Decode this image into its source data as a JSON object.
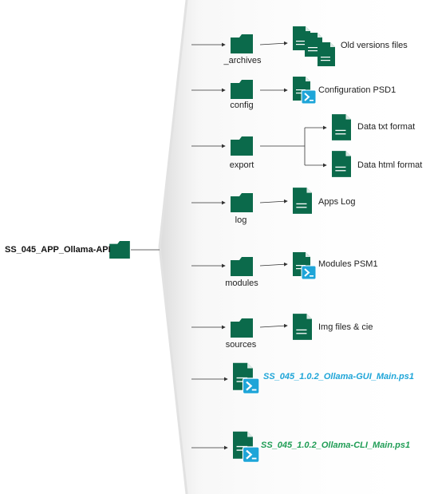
{
  "root": {
    "label": "SS_045_APP_Ollama-API"
  },
  "folders": [
    {
      "key": "archives",
      "label": "_archives",
      "target": "Old versions files"
    },
    {
      "key": "config",
      "label": "config",
      "target": "Configuration PSD1"
    },
    {
      "key": "export",
      "label": "export",
      "targets": [
        "Data txt format",
        "Data html format"
      ]
    },
    {
      "key": "log",
      "label": "log",
      "target": "Apps Log"
    },
    {
      "key": "modules",
      "label": "modules",
      "target": "Modules PSM1"
    },
    {
      "key": "sources",
      "label": "sources",
      "target": "Img files & cie"
    }
  ],
  "main_scripts": [
    {
      "key": "gui",
      "label": "SS_045_1.0.2_Ollama-GUI_Main.ps1",
      "color": "#1ea5d8"
    },
    {
      "key": "cli",
      "label": "SS_045_1.0.2_Ollama-CLI_Main.ps1",
      "color": "#1f9d55"
    }
  ],
  "colors": {
    "folder": "#0b6a4b",
    "file": "#0b6a4b",
    "ps_badge": "#1ea5d8",
    "line": "#333333",
    "panel_shadow": "#cccccc"
  },
  "icons": {
    "folder": "folder-icon",
    "file": "document-icon",
    "powershell": "powershell-icon"
  }
}
